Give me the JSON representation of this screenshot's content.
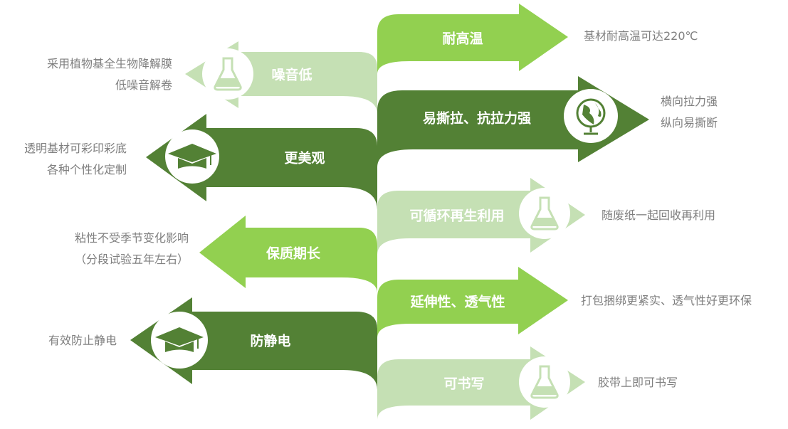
{
  "colors": {
    "bright": "#92d050",
    "dark": "#538135",
    "pale": "#c5e0b4",
    "text": "#7f7f7f"
  },
  "right": [
    {
      "title": "耐高温",
      "desc": [
        "基材耐高温可达220℃"
      ],
      "icon": null
    },
    {
      "title": "易撕拉、抗拉力强",
      "desc": [
        "横向拉力强",
        "纵向易撕断"
      ],
      "icon": "globe-icon"
    },
    {
      "title": "可循环再生利用",
      "desc": [
        "随废纸一起回收再利用"
      ],
      "icon": "flask-icon"
    },
    {
      "title": "延伸性、透气性",
      "desc": [
        "打包捆绑更紧实、透气性好更环保"
      ],
      "icon": null
    },
    {
      "title": "可书写",
      "desc": [
        "胶带上即可书写"
      ],
      "icon": "flask-icon"
    }
  ],
  "left": [
    {
      "title": "噪音低",
      "desc": [
        "采用植物基全生物降解膜",
        "低噪音解卷"
      ],
      "icon": "flask-icon"
    },
    {
      "title": "更美观",
      "desc": [
        "透明基材可彩印彩底",
        "各种个性化定制"
      ],
      "icon": "graduation-cap-icon"
    },
    {
      "title": "保质期长",
      "desc": [
        "粘性不受季节变化影响",
        "（分段试验五年左右）"
      ],
      "icon": null
    },
    {
      "title": "防静电",
      "desc": [
        "有效防止静电"
      ],
      "icon": "graduation-cap-icon"
    }
  ]
}
